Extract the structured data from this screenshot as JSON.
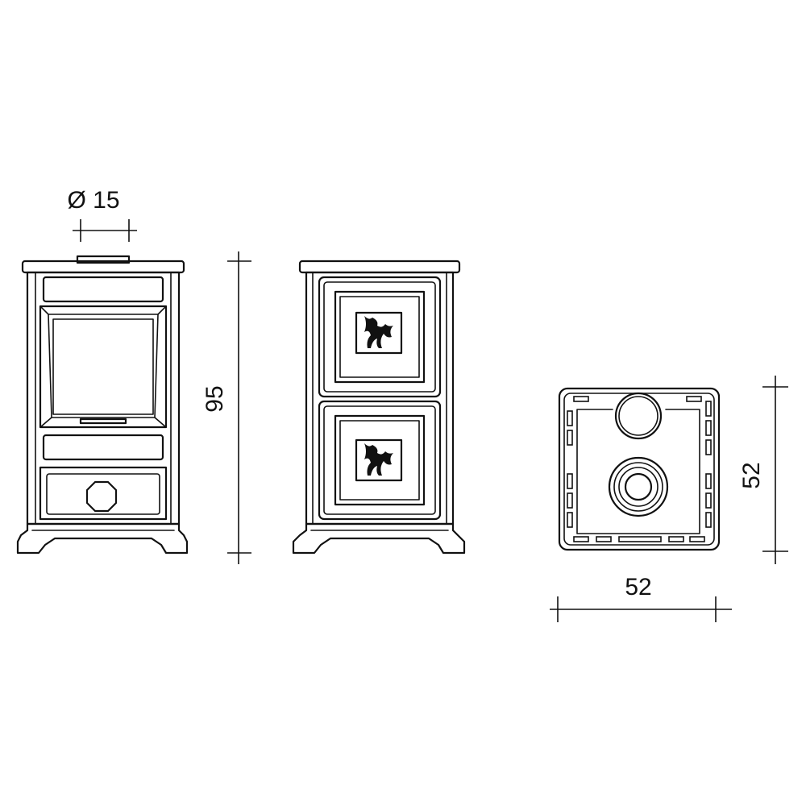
{
  "dimensions": {
    "flue_diameter": "Ø 15",
    "height": "95",
    "depth": "52",
    "width": "52"
  },
  "colors": {
    "line": "#111111",
    "background": "#ffffff"
  }
}
